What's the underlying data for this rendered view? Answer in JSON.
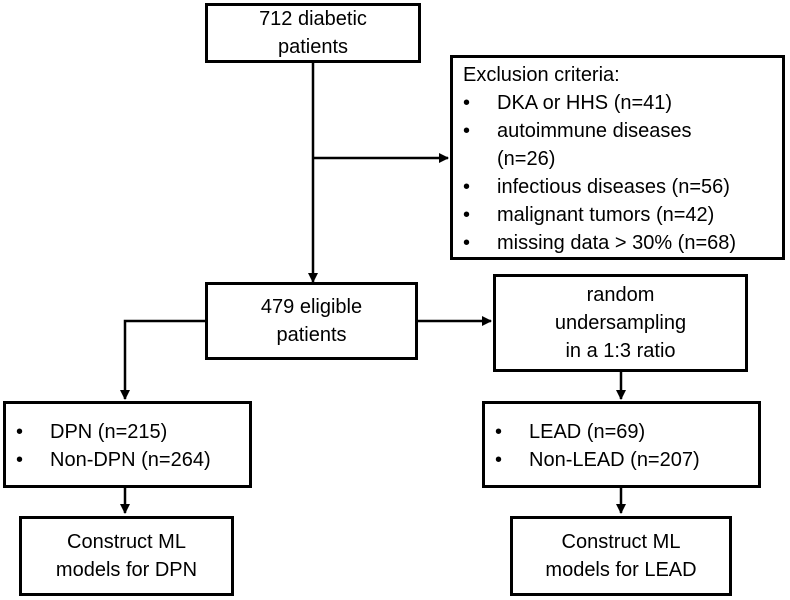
{
  "start": {
    "lines": [
      "712 diabetic",
      "patients"
    ]
  },
  "exclusion": {
    "title": "Exclusion criteria:",
    "items": [
      [
        "DKA or HHS (n=41)"
      ],
      [
        "autoimmune diseases",
        "(n=26)"
      ],
      [
        "infectious diseases (n=56)"
      ],
      [
        "malignant tumors (n=42)"
      ],
      [
        "missing data > 30% (n=68)"
      ]
    ]
  },
  "eligible": {
    "lines": [
      "479 eligible",
      "patients"
    ]
  },
  "undersampling": {
    "lines": [
      "random",
      "undersampling",
      "in a 1:3 ratio"
    ]
  },
  "dpn_groups": {
    "items": [
      "DPN (n=215)",
      "Non-DPN (n=264)"
    ]
  },
  "lead_groups": {
    "items": [
      "LEAD (n=69)",
      "Non-LEAD (n=207)"
    ]
  },
  "dpn_model": {
    "lines": [
      "Construct ML",
      "models for DPN"
    ]
  },
  "lead_model": {
    "lines": [
      "Construct ML",
      "models for LEAD"
    ]
  },
  "bullet_glyph": "•"
}
